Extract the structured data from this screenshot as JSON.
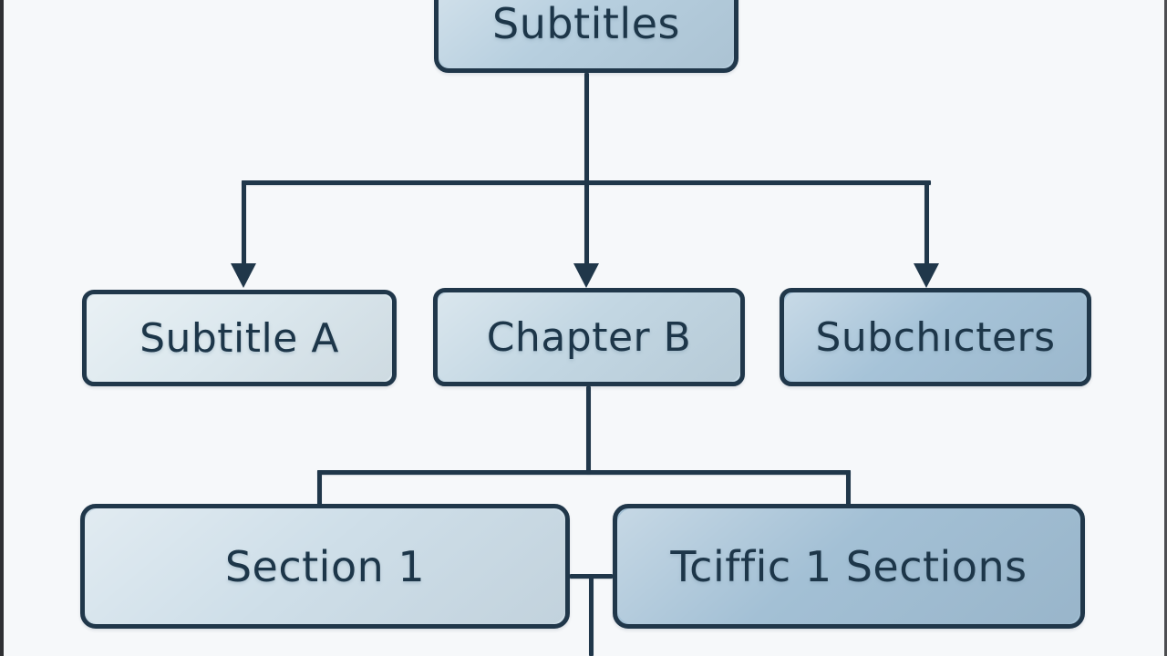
{
  "colors": {
    "background": "#f6f8fa",
    "line": "#20374a",
    "text": "#1d3649",
    "edge_strip": "#2f3033"
  },
  "diagram": {
    "type": "flowchart",
    "nodes": [
      {
        "id": "root",
        "label": "Subtitles",
        "fill": "#b7cfdf",
        "level": 1
      },
      {
        "id": "child-a",
        "label": "Subtitle A",
        "fill": "#dce8ee",
        "level": 2
      },
      {
        "id": "child-b",
        "label": "Chapter B",
        "fill": "#c3d7e3",
        "level": 2
      },
      {
        "id": "child-c",
        "label": "Subchıcters",
        "fill": "#a6c3d8",
        "level": 2
      },
      {
        "id": "leaf-1",
        "label": "Section 1",
        "fill": "#cfdfe9",
        "level": 3
      },
      {
        "id": "leaf-2",
        "label": "Tciffic 1 Sections",
        "fill": "#a3c0d5",
        "level": 3
      }
    ],
    "edges": [
      {
        "from": "root",
        "to": "child-a",
        "arrow": true
      },
      {
        "from": "root",
        "to": "child-b",
        "arrow": true
      },
      {
        "from": "root",
        "to": "child-c",
        "arrow": true
      },
      {
        "from": "child-b",
        "to": "leaf-1",
        "arrow": false
      },
      {
        "from": "child-b",
        "to": "leaf-2",
        "arrow": false
      },
      {
        "from": "leaf-1",
        "to": "leaf-2",
        "arrow": false
      }
    ]
  }
}
